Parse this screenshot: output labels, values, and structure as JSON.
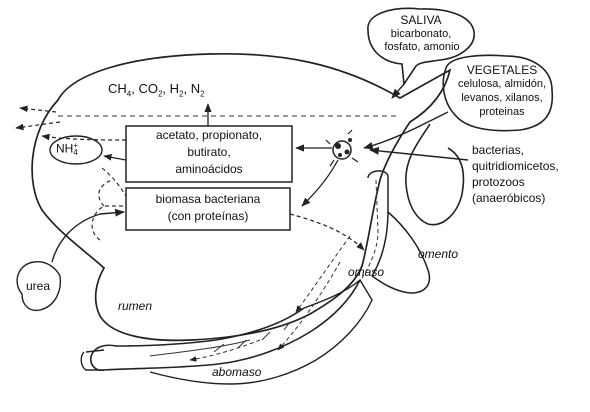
{
  "saliva": {
    "title": "SALIVA",
    "line1": "bicarbonato,",
    "line2": "fosfato, amonio"
  },
  "vegetales": {
    "title": "VEGETALES",
    "line1": "celulosa, almidón,",
    "line2": "levanos, xilanos,",
    "line3": "proteinas"
  },
  "gases": {
    "ch": "CH",
    "ch_sub": "4",
    "co": ", CO",
    "co_sub": "2",
    "h": ", H",
    "h_sub": "2",
    "n": ", N",
    "n_sub": "2"
  },
  "ammonium": {
    "base": "NH",
    "sup": "+",
    "sub": "4"
  },
  "products_box": {
    "line1": "acetato, propionato,",
    "line2": "butirato,",
    "line3": "aminoácidos"
  },
  "biomass_box": {
    "line1": "biomasa bacteriana",
    "line2": "(con proteínas)"
  },
  "microbes": {
    "line1": "bacterias,",
    "line2": "quitridiomicetos,",
    "line3": "protozoos",
    "line4": "(anaeróbicos)"
  },
  "urea": "urea",
  "rumen": "rumen",
  "omaso": "omaso",
  "omento": "omento",
  "abomaso": "abomaso"
}
